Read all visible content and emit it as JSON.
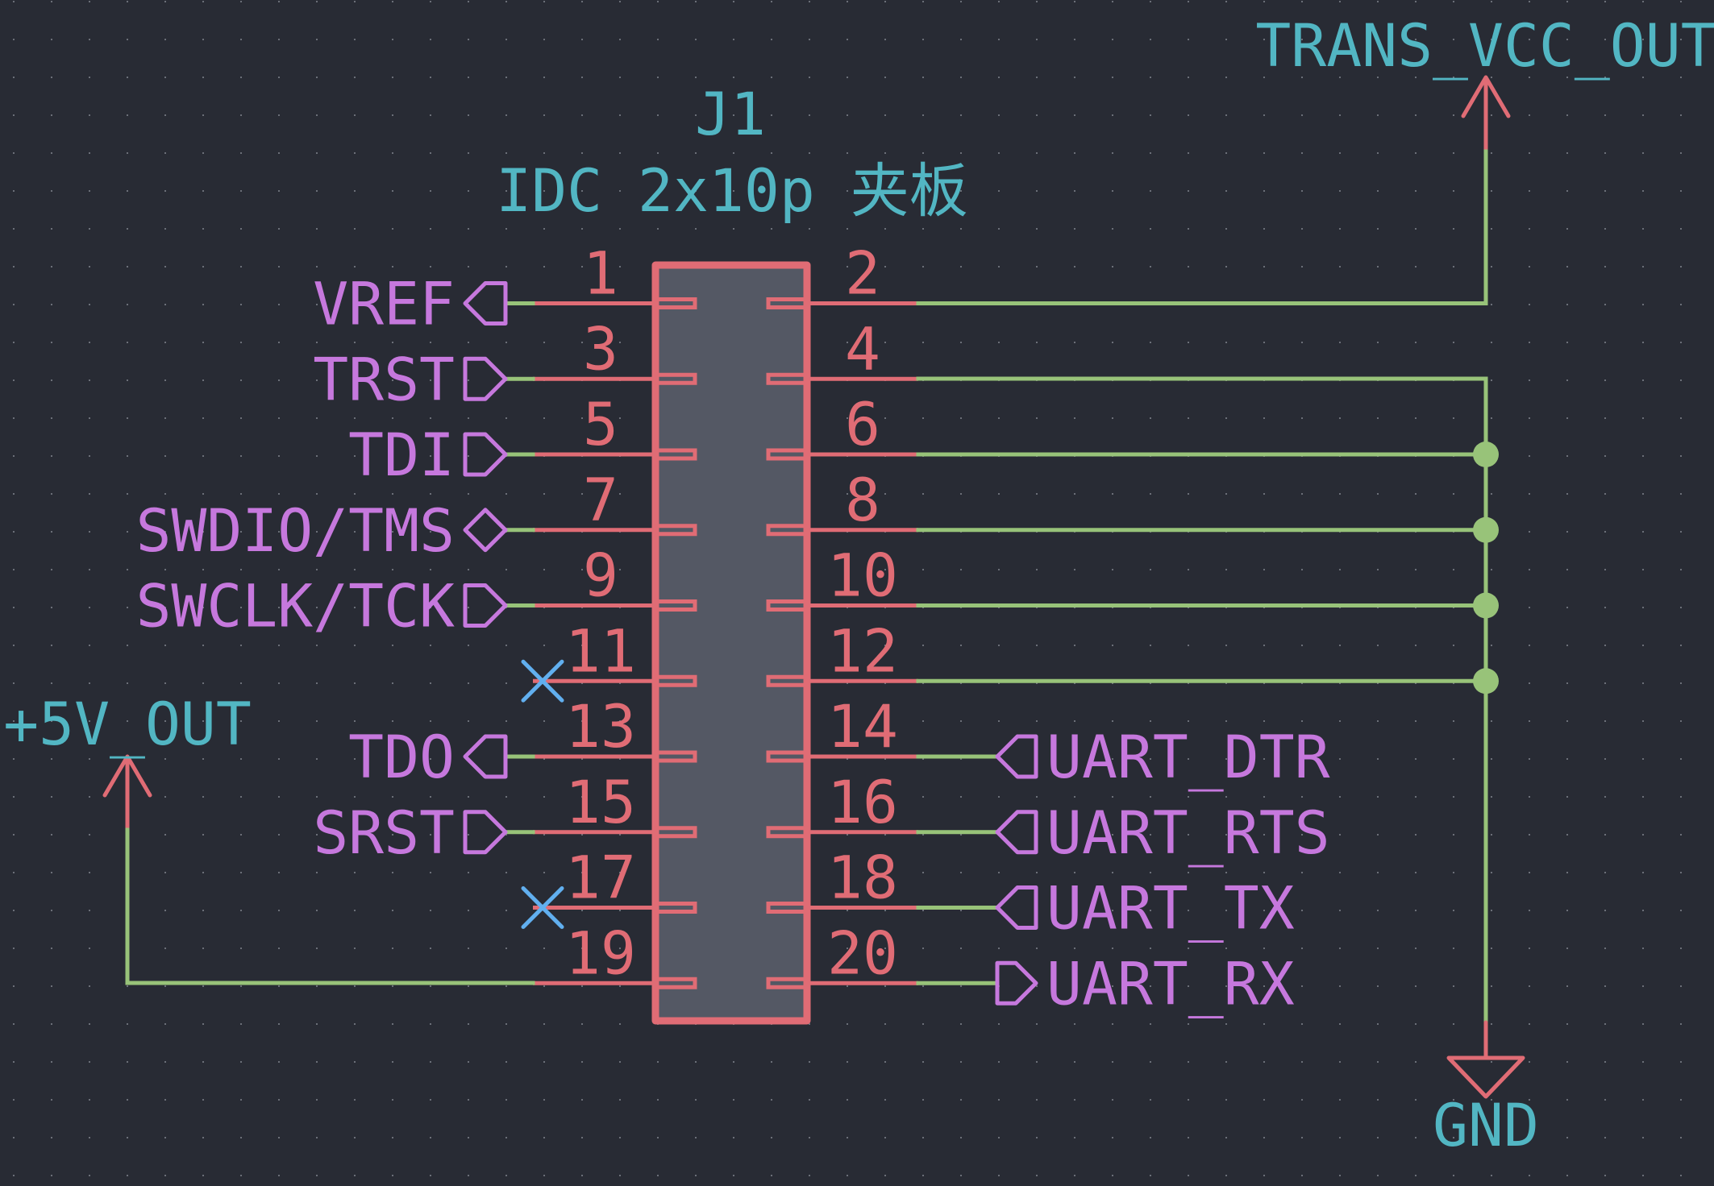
{
  "colors": {
    "background": "#282b34",
    "wire": "#98c379",
    "pin": "#e06c75",
    "symbol_body_fill": "#545864",
    "power_text": "#52b6c3",
    "net_label": "#c678dd",
    "no_connect": "#61afef"
  },
  "component": {
    "reference": "J1",
    "value": "IDC 2x10p 夹板"
  },
  "power_symbols": {
    "trans_vcc": "TRANS_VCC_OUT",
    "vcc5": "+5V_OUT",
    "gnd": "GND"
  },
  "left_pins": [
    {
      "number": "1",
      "label": "VREF",
      "shape": "input",
      "connected": true
    },
    {
      "number": "3",
      "label": "TRST",
      "shape": "output",
      "connected": true
    },
    {
      "number": "5",
      "label": "TDI",
      "shape": "output",
      "connected": true
    },
    {
      "number": "7",
      "label": "SWDIO/TMS",
      "shape": "bidirectional",
      "connected": true
    },
    {
      "number": "9",
      "label": "SWCLK/TCK",
      "shape": "output",
      "connected": true
    },
    {
      "number": "11",
      "label": "",
      "shape": "no-connect",
      "connected": false
    },
    {
      "number": "13",
      "label": "TDO",
      "shape": "input",
      "connected": true
    },
    {
      "number": "15",
      "label": "SRST",
      "shape": "output",
      "connected": true
    },
    {
      "number": "17",
      "label": "",
      "shape": "no-connect",
      "connected": false
    },
    {
      "number": "19",
      "label": "",
      "shape": "power",
      "connected": true
    }
  ],
  "right_pins": [
    {
      "number": "2",
      "label": "",
      "net": "TRANS_VCC_OUT"
    },
    {
      "number": "4",
      "label": "",
      "net": "GND"
    },
    {
      "number": "6",
      "label": "",
      "net": "GND"
    },
    {
      "number": "8",
      "label": "",
      "net": "GND"
    },
    {
      "number": "10",
      "label": "",
      "net": "GND"
    },
    {
      "number": "12",
      "label": "",
      "net": "GND"
    },
    {
      "number": "14",
      "label": "UART_DTR",
      "shape": "input"
    },
    {
      "number": "16",
      "label": "UART_RTS",
      "shape": "input"
    },
    {
      "number": "18",
      "label": "UART_TX",
      "shape": "input"
    },
    {
      "number": "20",
      "label": "UART_RX",
      "shape": "output"
    }
  ]
}
